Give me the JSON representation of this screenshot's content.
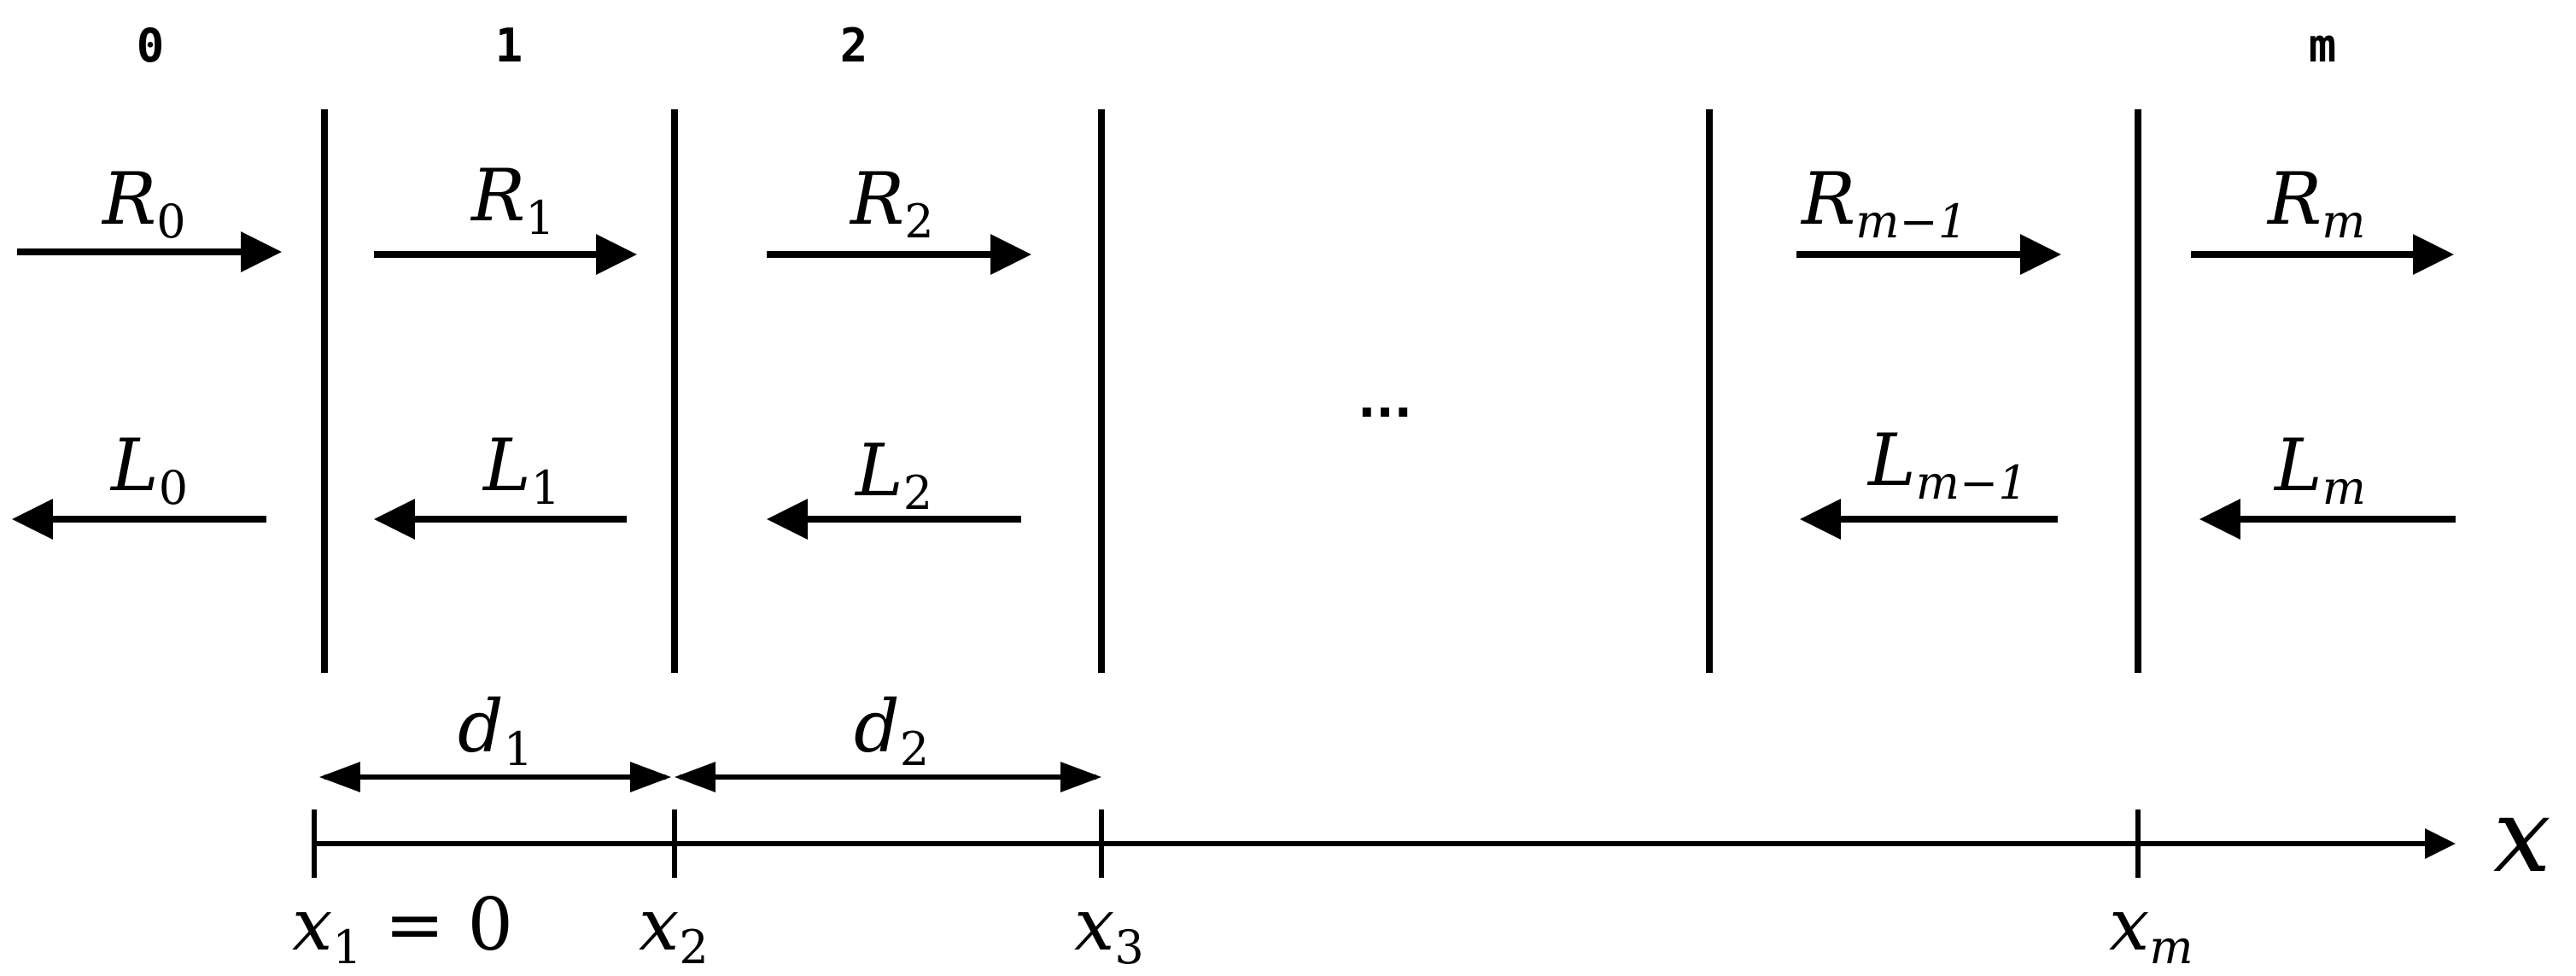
{
  "layers": [
    "0",
    "1",
    "2",
    "m"
  ],
  "right_waves": [
    {
      "base": "R",
      "sub": "0"
    },
    {
      "base": "R",
      "sub": "1"
    },
    {
      "base": "R",
      "sub": "2"
    },
    {
      "base": "R",
      "sub": "m−1"
    },
    {
      "base": "R",
      "sub": "m"
    }
  ],
  "left_waves": [
    {
      "base": "L",
      "sub": "0"
    },
    {
      "base": "L",
      "sub": "1"
    },
    {
      "base": "L",
      "sub": "2"
    },
    {
      "base": "L",
      "sub": "m−1"
    },
    {
      "base": "L",
      "sub": "m"
    }
  ],
  "ellipsis": "...",
  "thicknesses": [
    {
      "base": "d",
      "sub": "1"
    },
    {
      "base": "d",
      "sub": "2"
    }
  ],
  "axis": {
    "label": "x",
    "ticks": [
      {
        "base": "x",
        "sub": "1",
        "suffix": " = 0"
      },
      {
        "base": "x",
        "sub": "2",
        "suffix": ""
      },
      {
        "base": "x",
        "sub": "3",
        "suffix": ""
      },
      {
        "base": "x",
        "sub": "m",
        "suffix": ""
      }
    ]
  }
}
